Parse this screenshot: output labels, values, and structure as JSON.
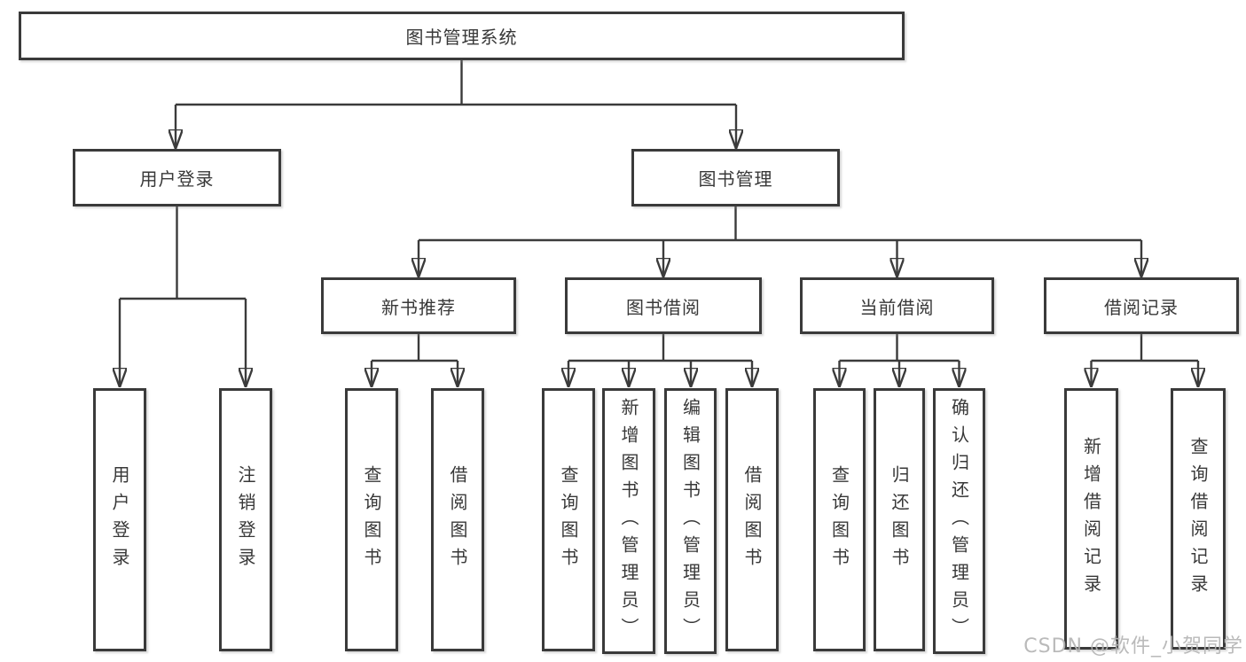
{
  "tree": {
    "label": "图书管理系统",
    "children": [
      {
        "label": "用户登录",
        "children": [
          {
            "label": "用户登录"
          },
          {
            "label": "注销登录"
          }
        ]
      },
      {
        "label": "图书管理",
        "children": [
          {
            "label": "新书推荐",
            "children": [
              {
                "label": "查询图书"
              },
              {
                "label": "借阅图书"
              }
            ]
          },
          {
            "label": "图书借阅",
            "children": [
              {
                "label": "查询图书"
              },
              {
                "label": "新增图书（管理员）"
              },
              {
                "label": "编辑图书（管理员）"
              },
              {
                "label": "借阅图书"
              }
            ]
          },
          {
            "label": "当前借阅",
            "children": [
              {
                "label": "查询图书"
              },
              {
                "label": "归还图书"
              },
              {
                "label": "确认归还（管理员）"
              }
            ]
          },
          {
            "label": "借阅记录",
            "children": [
              {
                "label": "新增借阅记录"
              },
              {
                "label": "查询借阅记录"
              }
            ]
          }
        ]
      }
    ]
  },
  "watermark": {
    "text": "CSDN @软件_小贺同学"
  },
  "colors": {
    "line": "#3b3b3b",
    "box_border": "#3a3a3a",
    "text": "#383838",
    "watermark": "#b4b4b4",
    "background": "#ffffff"
  }
}
